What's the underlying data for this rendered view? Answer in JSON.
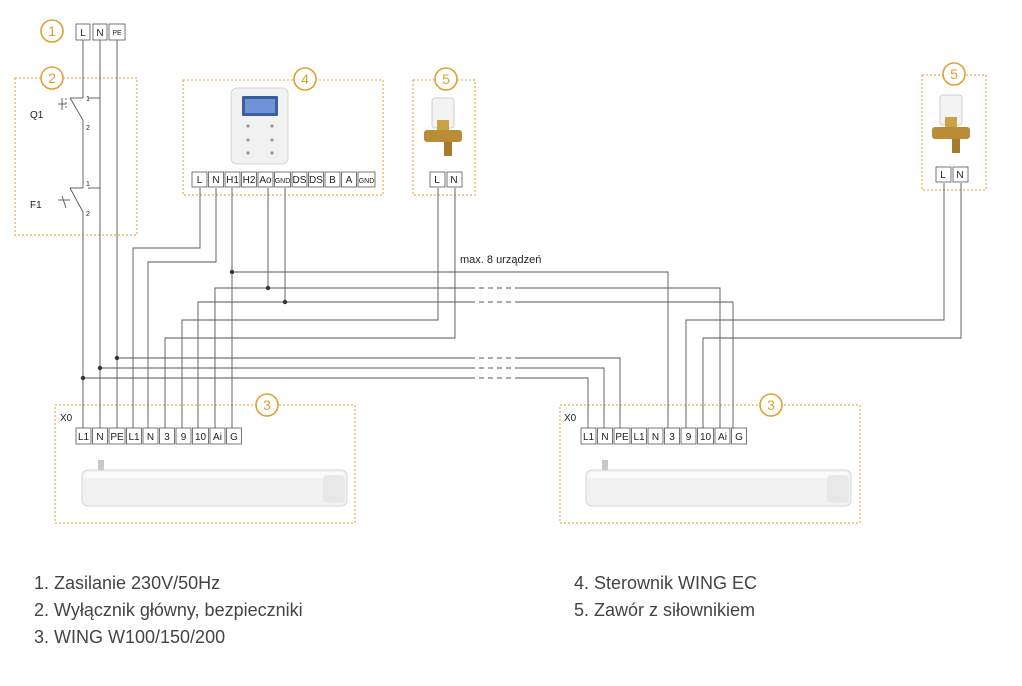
{
  "markers": {
    "m1": "1",
    "m2": "2",
    "m3a": "3",
    "m3b": "3",
    "m4": "4",
    "m5a": "5",
    "m5b": "5"
  },
  "supply_terminals": [
    "L",
    "N",
    "PE"
  ],
  "switch": {
    "q1_label": "Q1",
    "f1_label": "F1",
    "q1_in": "1",
    "q1_out": "2",
    "f1_in": "1",
    "f1_out": "2"
  },
  "controller_terminals": [
    "L",
    "N",
    "H1",
    "H2",
    "Ao",
    "GND",
    "DS",
    "DS",
    "B",
    "A",
    "GND"
  ],
  "valve_terminals": [
    "L",
    "N"
  ],
  "unit_terminals": [
    "L1",
    "N",
    "PE",
    "L1",
    "N",
    "3",
    "9",
    "10",
    "Ai",
    "G"
  ],
  "x0_label": "X0",
  "max_devices_label": "max. 8 urządzeń",
  "legend": {
    "left": [
      "1. Zasilanie 230V/50Hz",
      "2. Wyłącznik główny, bezpieczniki",
      "3. WING W100/150/200"
    ],
    "right": [
      "4. Sterownik WING EC",
      "5. Zawór z siłownikiem"
    ]
  },
  "colors": {
    "accent": "#e0a030",
    "wire": "#555555",
    "frame": "#e0a030"
  }
}
